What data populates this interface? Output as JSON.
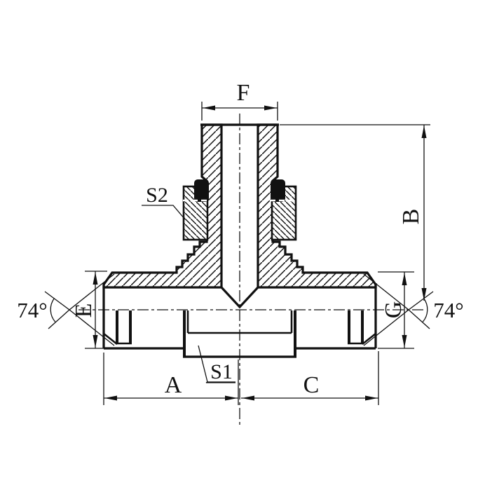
{
  "figure": {
    "type": "technical-drawing",
    "subject": "hydraulic adjustable stud branch tee fitting, cross-section with dimensions",
    "labels": {
      "F": "F",
      "B": "B",
      "E": "E",
      "G": "G",
      "A": "A",
      "C": "C",
      "S1": "S1",
      "S2": "S2",
      "angle_left": "74°",
      "angle_right": "74°"
    },
    "colors": {
      "line": "#111111",
      "background": "#ffffff",
      "seal": "#111111"
    }
  }
}
